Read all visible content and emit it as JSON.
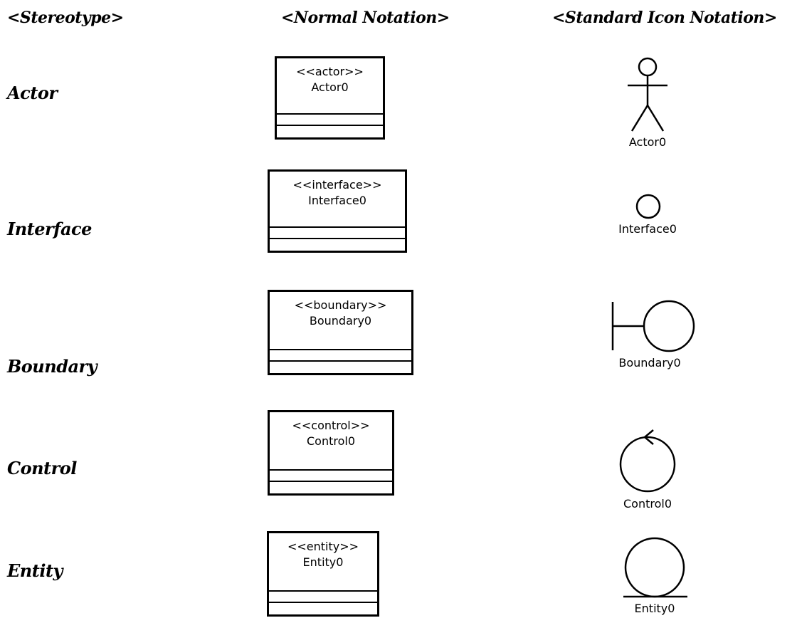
{
  "headers": {
    "stereotype": "<Stereotype>",
    "normal": "<Normal Notation>",
    "icon": "<Standard Icon Notation>"
  },
  "rows": [
    {
      "label": "Actor",
      "stereotype": "<<actor>>",
      "name": "Actor0",
      "icon_label": "Actor0",
      "icon": "actor-icon"
    },
    {
      "label": "Interface",
      "stereotype": "<<interface>>",
      "name": "Interface0",
      "icon_label": "Interface0",
      "icon": "interface-icon"
    },
    {
      "label": "Boundary",
      "stereotype": "<<boundary>>",
      "name": "Boundary0",
      "icon_label": "Boundary0",
      "icon": "boundary-icon"
    },
    {
      "label": "Control",
      "stereotype": "<<control>>",
      "name": "Control0",
      "icon_label": "Control0",
      "icon": "control-icon"
    },
    {
      "label": "Entity",
      "stereotype": "<<entity>>",
      "name": "Entity0",
      "icon_label": "Entity0",
      "icon": "entity-icon"
    }
  ]
}
